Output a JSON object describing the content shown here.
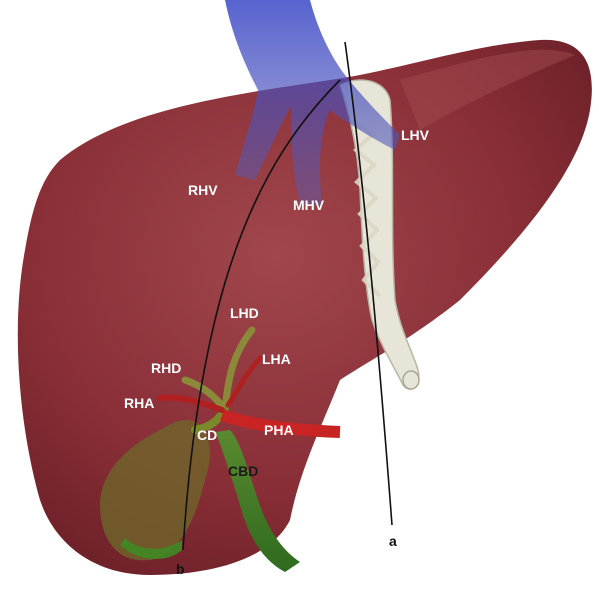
{
  "labels": {
    "rhv": "RHV",
    "mhv": "MHV",
    "lhv": "LHV",
    "lhd": "LHD",
    "rhd": "RHD",
    "lha": "LHA",
    "rha": "RHA",
    "cd": "CD",
    "pha": "PHA",
    "cbd": "CBD",
    "line_a": "a",
    "line_b": "b"
  },
  "colors": {
    "liver": "#8a2f37",
    "liver_shade": "#6e2129",
    "veins": "#4a58c8",
    "ligament": "#e7e5d8",
    "artery": "#c92424",
    "bile_duct": "#7a8a2a",
    "common_bile_duct": "#3f7a25",
    "gallbladder": "#6f6a2a"
  }
}
